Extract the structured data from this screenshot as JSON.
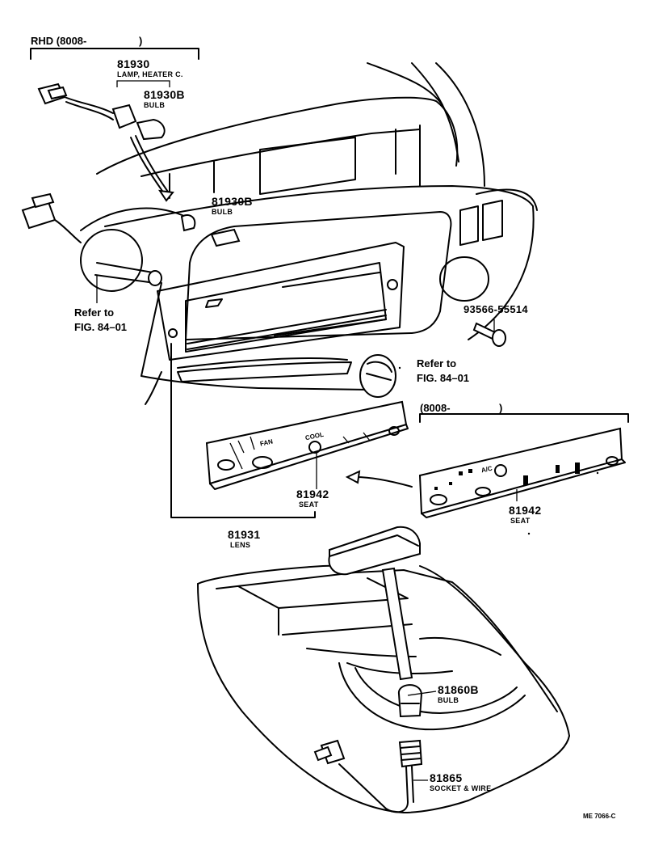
{
  "header": {
    "rhd_label": "RHD (8008-",
    "rhd_close": ")",
    "alt_label": "(8008-",
    "alt_close": ")"
  },
  "parts": {
    "lamp_heater": {
      "number": "81930",
      "name": "LAMP, HEATER C."
    },
    "bulb_top": {
      "number": "81930B",
      "name": "BULB"
    },
    "bulb_mid": {
      "number": "81930B",
      "name": "BULB"
    },
    "screw": {
      "number": "93566-55514"
    },
    "seat_left": {
      "number": "81942",
      "name": "SEAT"
    },
    "seat_right": {
      "number": "81942",
      "name": "SEAT"
    },
    "lens": {
      "number": "81931",
      "name": "LENS"
    },
    "bulb_bottom": {
      "number": "81860B",
      "name": "BULB"
    },
    "socket_wire": {
      "number": "81865",
      "name": "SOCKET & WIRE"
    }
  },
  "references": {
    "left": {
      "line1": "Refer to",
      "line2": "FIG. 84–01"
    },
    "right": {
      "line1": "Refer to",
      "line2": "FIG. 84–01"
    }
  },
  "panel_text": {
    "cool": "COOL",
    "fan": "FAN",
    "ac": "A/C"
  },
  "drawing_code": "ME 7066-C"
}
